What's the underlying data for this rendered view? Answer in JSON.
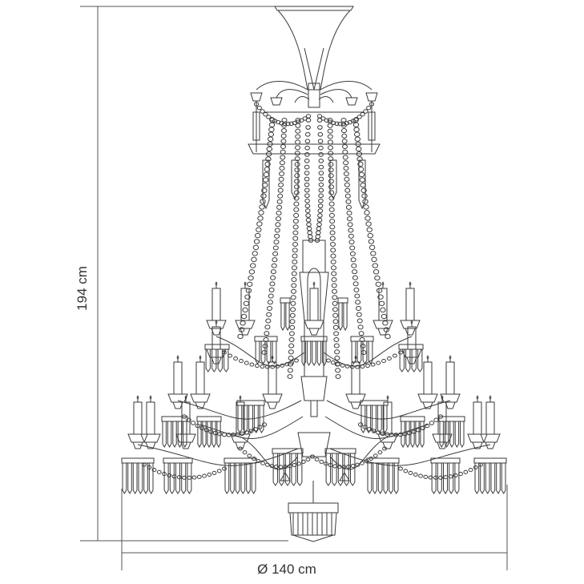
{
  "dimensions": {
    "height_label": "194 cm",
    "diameter_label": "Ø 140 cm"
  },
  "colors": {
    "line": "#3a3a3a",
    "dimension_line": "#555555",
    "text": "#333333",
    "background": "#ffffff"
  },
  "product": {
    "type": "chandelier-line-drawing",
    "tiers": 3
  }
}
